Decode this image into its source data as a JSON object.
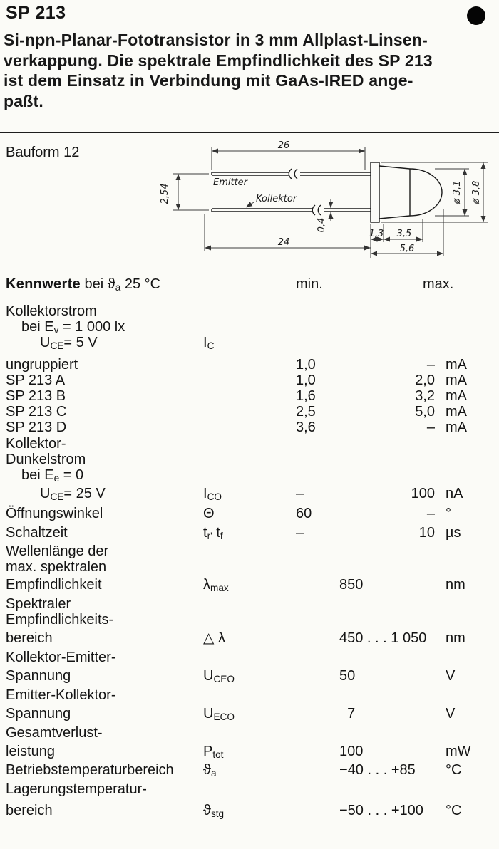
{
  "page": {
    "title": "SP 213",
    "description": "Si-npn-Planar-Fototransistor in 3 mm Allplast-Linsen-\nverkappung. Die spektrale Empfindlichkeit des SP 213\nist dem Einsatz in Verbindung mit GaAs-IRED ange-\npaßt."
  },
  "drawing": {
    "label": "Bauform 12",
    "dims": {
      "lead_top": "26",
      "lead_bottom": "24",
      "pitch": "2,54",
      "lead_thickness": "0,4",
      "flange": "1,3",
      "body": "3,5",
      "total": "5,6",
      "dia_lens": "ø 3,1",
      "dia_flange": "ø 3,8"
    },
    "pins": {
      "emitter": "Emitter",
      "collector": "Kollektor"
    }
  },
  "table": {
    "header": {
      "title_bold": "Kennwerte",
      "title_rest": " bei ϑ~a~ 25 °C",
      "min": "min.",
      "max": "max."
    },
    "rows": [
      {
        "label": "Kollektorstrom"
      },
      {
        "label": "bei E~v~ = 1 000 lx",
        "indent": 1
      },
      {
        "label": "U~CE~= 5 V",
        "indent": 2,
        "sym": "I~C~"
      },
      {
        "label": "ungruppiert",
        "min": "1,0",
        "max": "–",
        "unit": "mA",
        "gap": 9
      },
      {
        "label": "SP 213 A",
        "min": "1,0",
        "max": "2,0",
        "unit": "mA"
      },
      {
        "label": "SP 213 B",
        "min": "1,6",
        "max": "3,2",
        "unit": "mA"
      },
      {
        "label": "SP 213 C",
        "min": "2,5",
        "max": "5,0",
        "unit": "mA"
      },
      {
        "label": "SP 213 D",
        "min": "3,6",
        "max": "–",
        "unit": "mA"
      },
      {
        "label": "Kollektor-",
        "gap": 1
      },
      {
        "label": "Dunkelstrom"
      },
      {
        "label": "bei E~e~ = 0",
        "indent": 1
      },
      {
        "label": "U~CE~= 25 V",
        "indent": 2,
        "sym": "I~CO~",
        "min": "–",
        "max": "100",
        "unit": "nA",
        "gap": 4
      },
      {
        "label": "Öffnungswinkel",
        "sym": "Θ",
        "min": "60",
        "max": "–",
        "unit": "°",
        "gap": 6
      },
      {
        "label": "Schaltzeit",
        "sym": "t~r'~ t~f~",
        "min": "–",
        "max": "10",
        "unit": "µs",
        "gap": 5
      },
      {
        "label": "Wellenlänge der",
        "gap": 4
      },
      {
        "label": "max. spektralen"
      },
      {
        "label": "Empfindlichkeit",
        "sym": "λ~max~",
        "mid": "850",
        "unit": "nm",
        "gap": 3
      },
      {
        "label": "Spektraler",
        "gap": 5
      },
      {
        "label": "Empfindlichkeits-"
      },
      {
        "label": "bereich",
        "sym": "△ λ",
        "mid": "450 . . . 1 050",
        "unit": "nm",
        "gap": 4
      },
      {
        "label": "Kollektor-Emitter-",
        "gap": 5
      },
      {
        "label": "Spannung",
        "sym": "U~CEO~",
        "mid": "50",
        "unit": "V",
        "gap": 4
      },
      {
        "label": "Emitter-Kollektor-",
        "gap": 5
      },
      {
        "label": "Spannung",
        "sym": "U~ECO~",
        "mid": "  7",
        "unit": "V",
        "gap": 4
      },
      {
        "label": "Gesamtverlust-",
        "gap": 5
      },
      {
        "label": "leistung",
        "sym": "P~tot~",
        "mid": "100",
        "unit": "mW",
        "gap": 4
      },
      {
        "label": "Betriebstemperaturbereich",
        "sym": "ϑ~a~",
        "mid": "−40 . . . +85",
        "unit": "°C",
        "gap": 4
      },
      {
        "label": "Lagerungstemperatur-",
        "gap": 5
      },
      {
        "label": "bereich",
        "sym": "ϑ~stg~",
        "mid": "−50 . . . +100",
        "unit": "°C",
        "gap": 8
      }
    ]
  }
}
